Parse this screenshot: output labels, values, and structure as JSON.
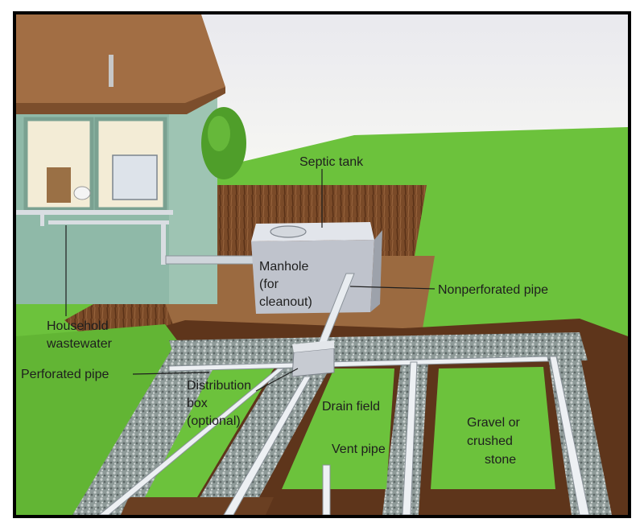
{
  "labels": {
    "septic_tank": "Septic tank",
    "manhole": [
      "Manhole",
      "(for",
      "cleanout)"
    ],
    "nonperforated_pipe": "Nonperforated pipe",
    "household_wastewater": [
      "Household",
      "wastewater"
    ],
    "perforated_pipe": "Perforated pipe",
    "distribution_box": [
      "Distribution",
      "box",
      "(optional)"
    ],
    "drain_field": "Drain field",
    "vent_pipe": "Vent pipe",
    "gravel": [
      "Gravel or",
      "crushed",
      "stone"
    ]
  },
  "colors": {
    "sky": "#f2f2f4",
    "grass": "#6cc23c",
    "grass_dark": "#4f9e2a",
    "soil": "#8a5a35",
    "trench": "#6a3f22",
    "gravel": "#9aa6a4",
    "pipe": "#e8ecf0",
    "tank": "#c9ccd4",
    "house_wall": "#8fb9a8",
    "roof": "#a26e44"
  }
}
